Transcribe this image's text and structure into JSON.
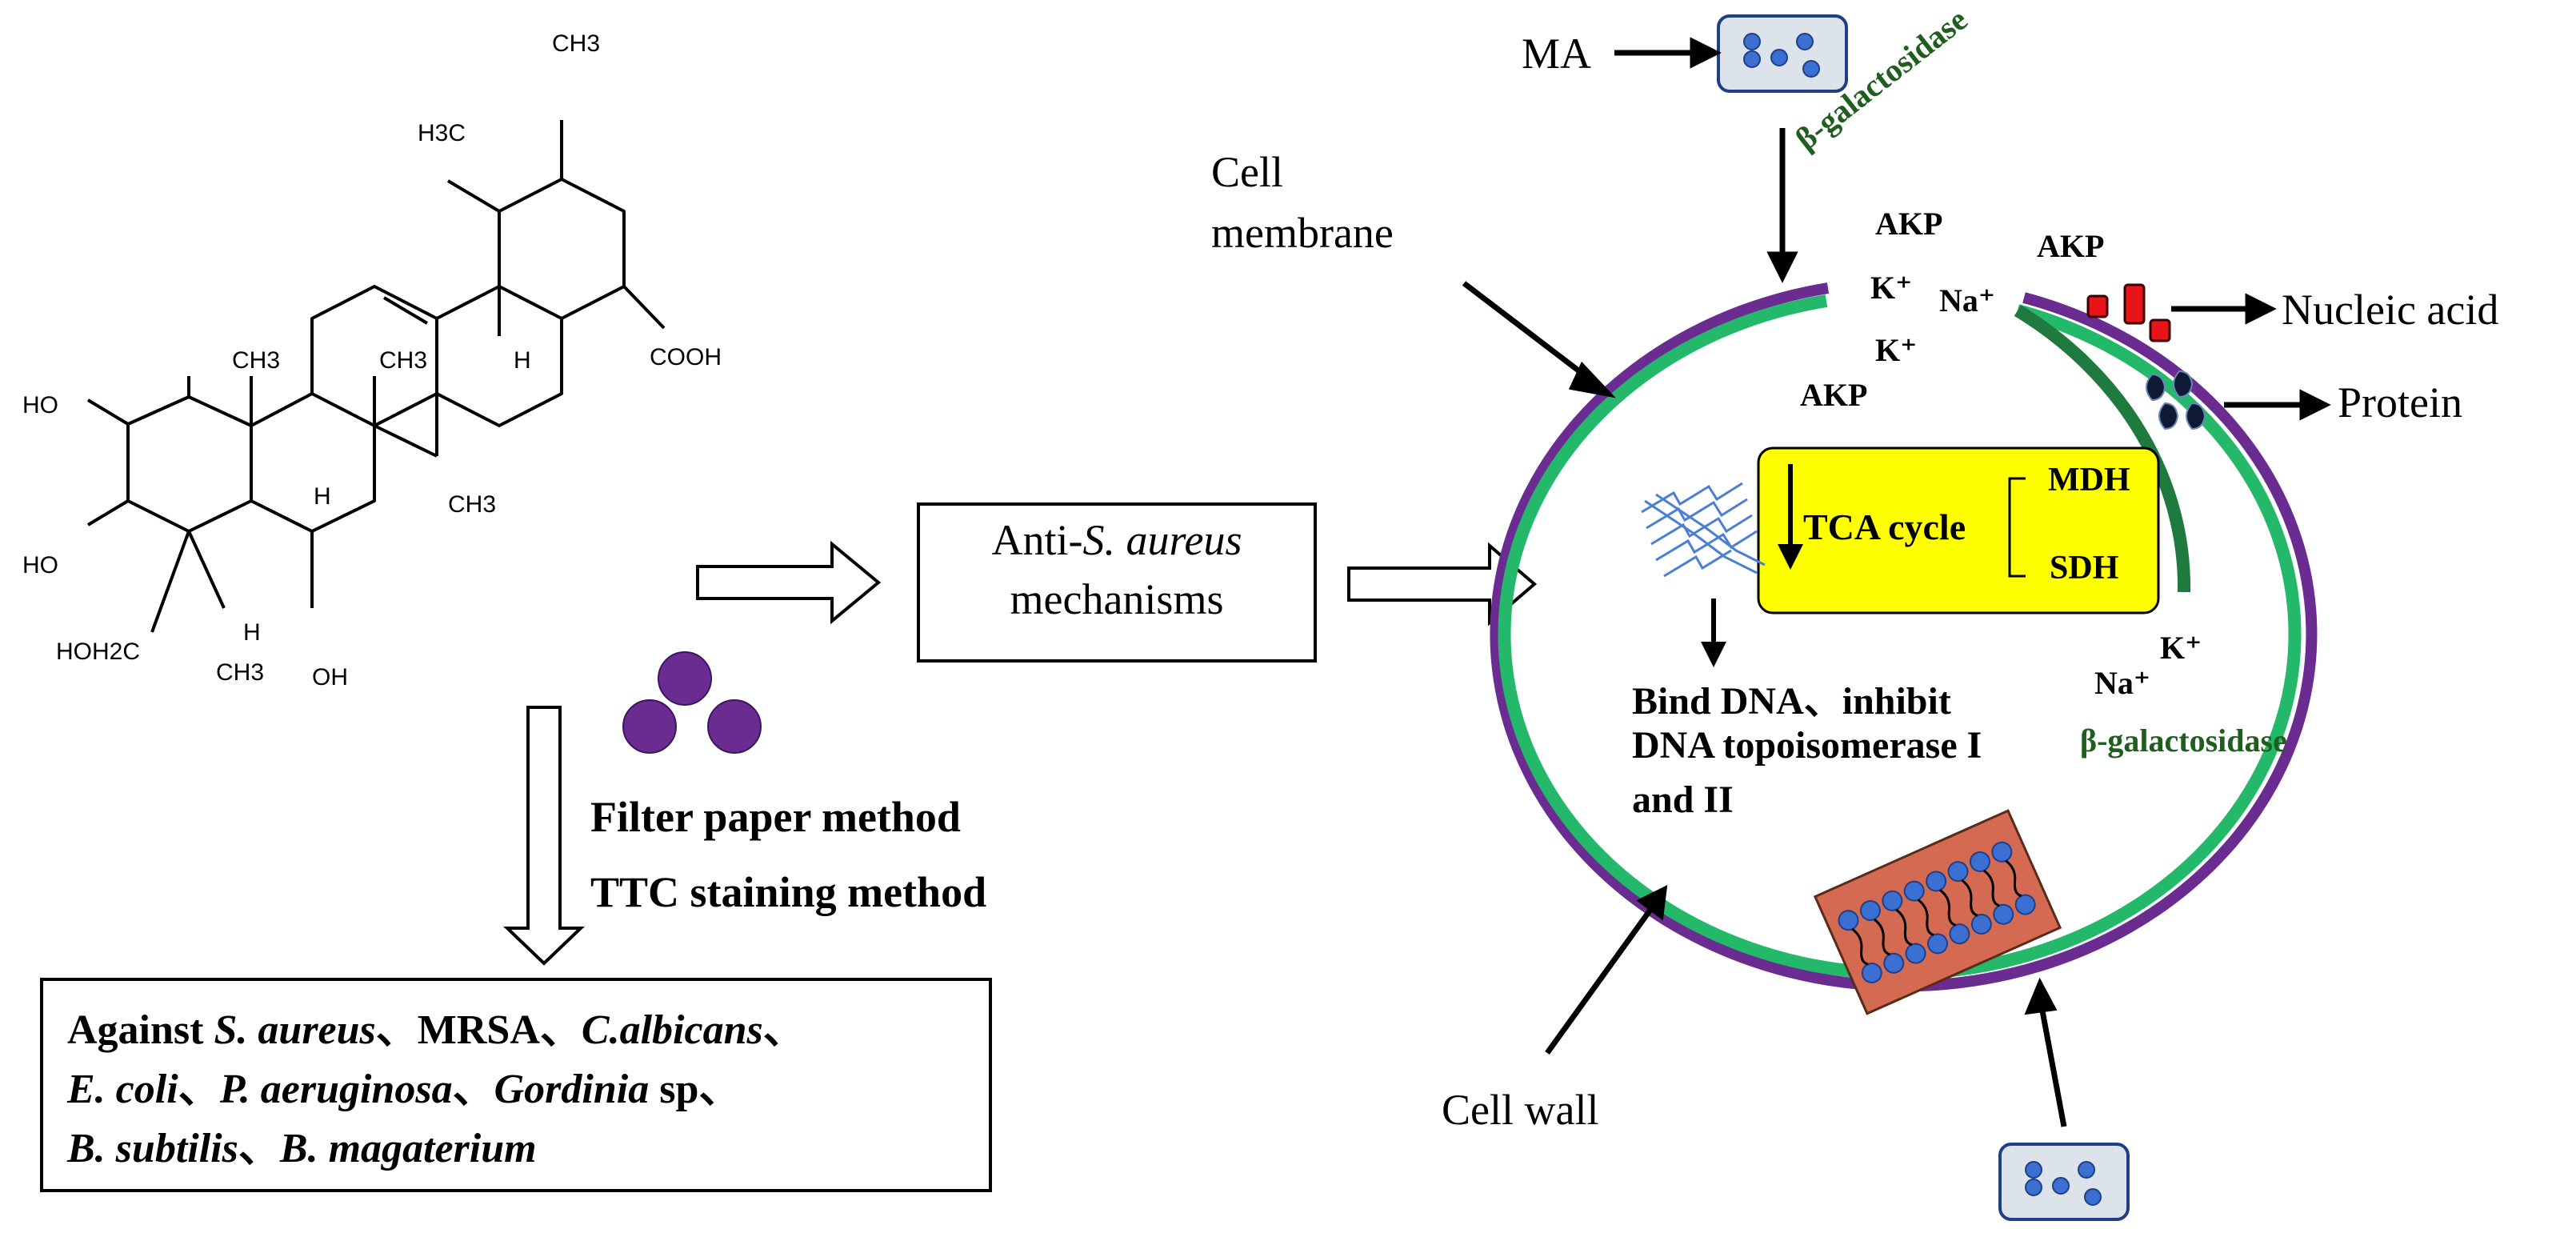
{
  "molecule": {
    "ch3_top": "CH3",
    "h3c_left": "H3C",
    "ch3_c10": "CH3",
    "ch3_c8": "CH3",
    "ch3_c14": "CH3",
    "ch3_c4": "CH3",
    "cooh": "COOH",
    "h_18": "H",
    "h_9": "H",
    "h_5": "H",
    "ho_2": "HO",
    "ho_3": "HO",
    "hoh2c": "HOH2C",
    "oh_6": "OH"
  },
  "mechanism_box": {
    "prefix": "Anti-",
    "species": "S. aureus",
    "line2": "mechanisms"
  },
  "methods": {
    "line1": "Filter paper method",
    "line2": "TTC staining method"
  },
  "against_box": {
    "r1_a": "Against ",
    "r1_b": "S. aureus",
    "r1_c": "、MRSA、",
    "r1_d": "C.albicans",
    "r1_e": "、",
    "r2_a": "E. coli",
    "r2_b": "、",
    "r2_c": "P. aeruginosa",
    "r2_d": "、",
    "r2_e": "Gordinia",
    "r2_f": " sp、",
    "r3_a": "B. subtilis",
    "r3_b": "、",
    "r3_c": "B. magaterium"
  },
  "cell": {
    "ma": "MA",
    "cell_membrane_1": "Cell",
    "cell_membrane_2": "membrane",
    "cell_wall": "Cell wall",
    "b_gal_top": "β-galactosidase",
    "b_gal_right": "β-galactosidase",
    "akp_1": "AKP",
    "akp_2": "AKP",
    "akp_3": "AKP",
    "k_1": "K⁺",
    "k_2": "K⁺",
    "k_3": "K⁺",
    "na_1": "Na⁺",
    "na_2": "Na⁺",
    "nucleic_acid": "Nucleic acid",
    "protein": "Protein",
    "tca": "TCA cycle",
    "mdh": "MDH",
    "sdh": "SDH",
    "dna_1": "Bind DNA、inhibit",
    "dna_2": "DNA topoisomerase I",
    "dna_3": "and II"
  },
  "colors": {
    "purple": "#6a2c91",
    "green": "#23b86a",
    "yellow": "#ffff00",
    "blue_dot": "#3b6fd1",
    "red": "#e8141a",
    "membrane_patch": "#d46a52"
  }
}
